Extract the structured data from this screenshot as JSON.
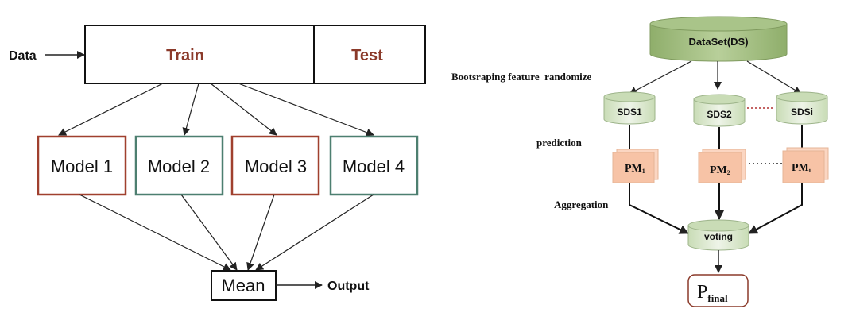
{
  "left_diagram": {
    "data_label": "Data",
    "train_label": "Train",
    "test_label": "Test",
    "models": [
      "Model 1",
      "Model 2",
      "Model 3",
      "Model 4"
    ],
    "mean_label": "Mean",
    "output_label": "Output"
  },
  "right_diagram": {
    "dataset_label": "DataSet(DS)",
    "bootstrap_label": "Bootsraping feature  randomize",
    "prediction_label": "prediction",
    "aggregation_label": "Aggregation",
    "subsets": [
      "SDS1",
      "SDS2",
      "SDSi"
    ],
    "pm_base": "PM",
    "pm_subs": [
      "1",
      "2",
      "i"
    ],
    "voting_label": "voting",
    "final_base": "P",
    "final_sub": "final"
  },
  "colors": {
    "train_test_text": "#8b3a2a",
    "model_red_border": "#a0402e",
    "model_green_border": "#4d7f70",
    "cylinder_dark": "#9fba7c",
    "cylinder_light": "#dfe9d6",
    "pm_fill": "#f7c3a6"
  }
}
